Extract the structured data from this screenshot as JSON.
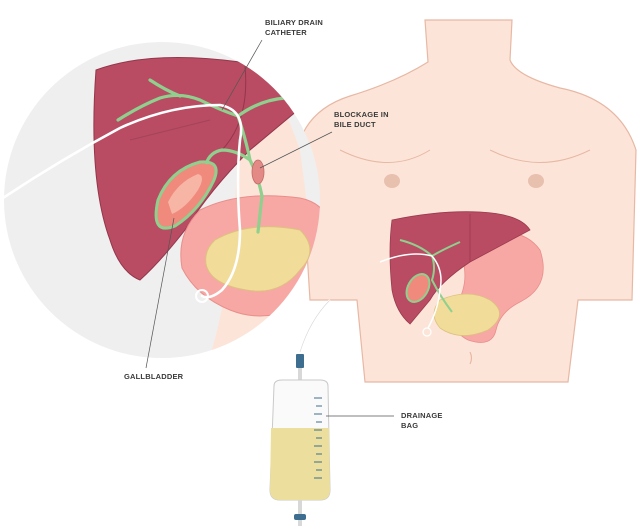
{
  "labels": {
    "biliary_drain_catheter": [
      "BILIARY DRAIN",
      "CATHETER"
    ],
    "blockage_in_bile_duct": [
      "BLOCKAGE IN",
      "BILE DUCT"
    ],
    "gallbladder": [
      "GALLBLADDER"
    ],
    "drainage_bag": [
      "DRAINAGE",
      "BAG"
    ]
  },
  "colors": {
    "skin": "#fce5d8",
    "skin_outline": "#e7b8a4",
    "liver": "#b94c62",
    "liver_dark": "#a03b52",
    "bile_duct": "#8fd08e",
    "gallbladder": "#f08a7c",
    "gallbladder_inner": "#f7b5a6",
    "stomach": "#f7a8a5",
    "pancreas": "#f2dc9a",
    "zoom_circle": "#efefef",
    "catheter": "#ffffff",
    "bag_fluid": "#ecdf9e",
    "bag_outline": "#c9c9c9",
    "connector": "#3d6e8f"
  }
}
